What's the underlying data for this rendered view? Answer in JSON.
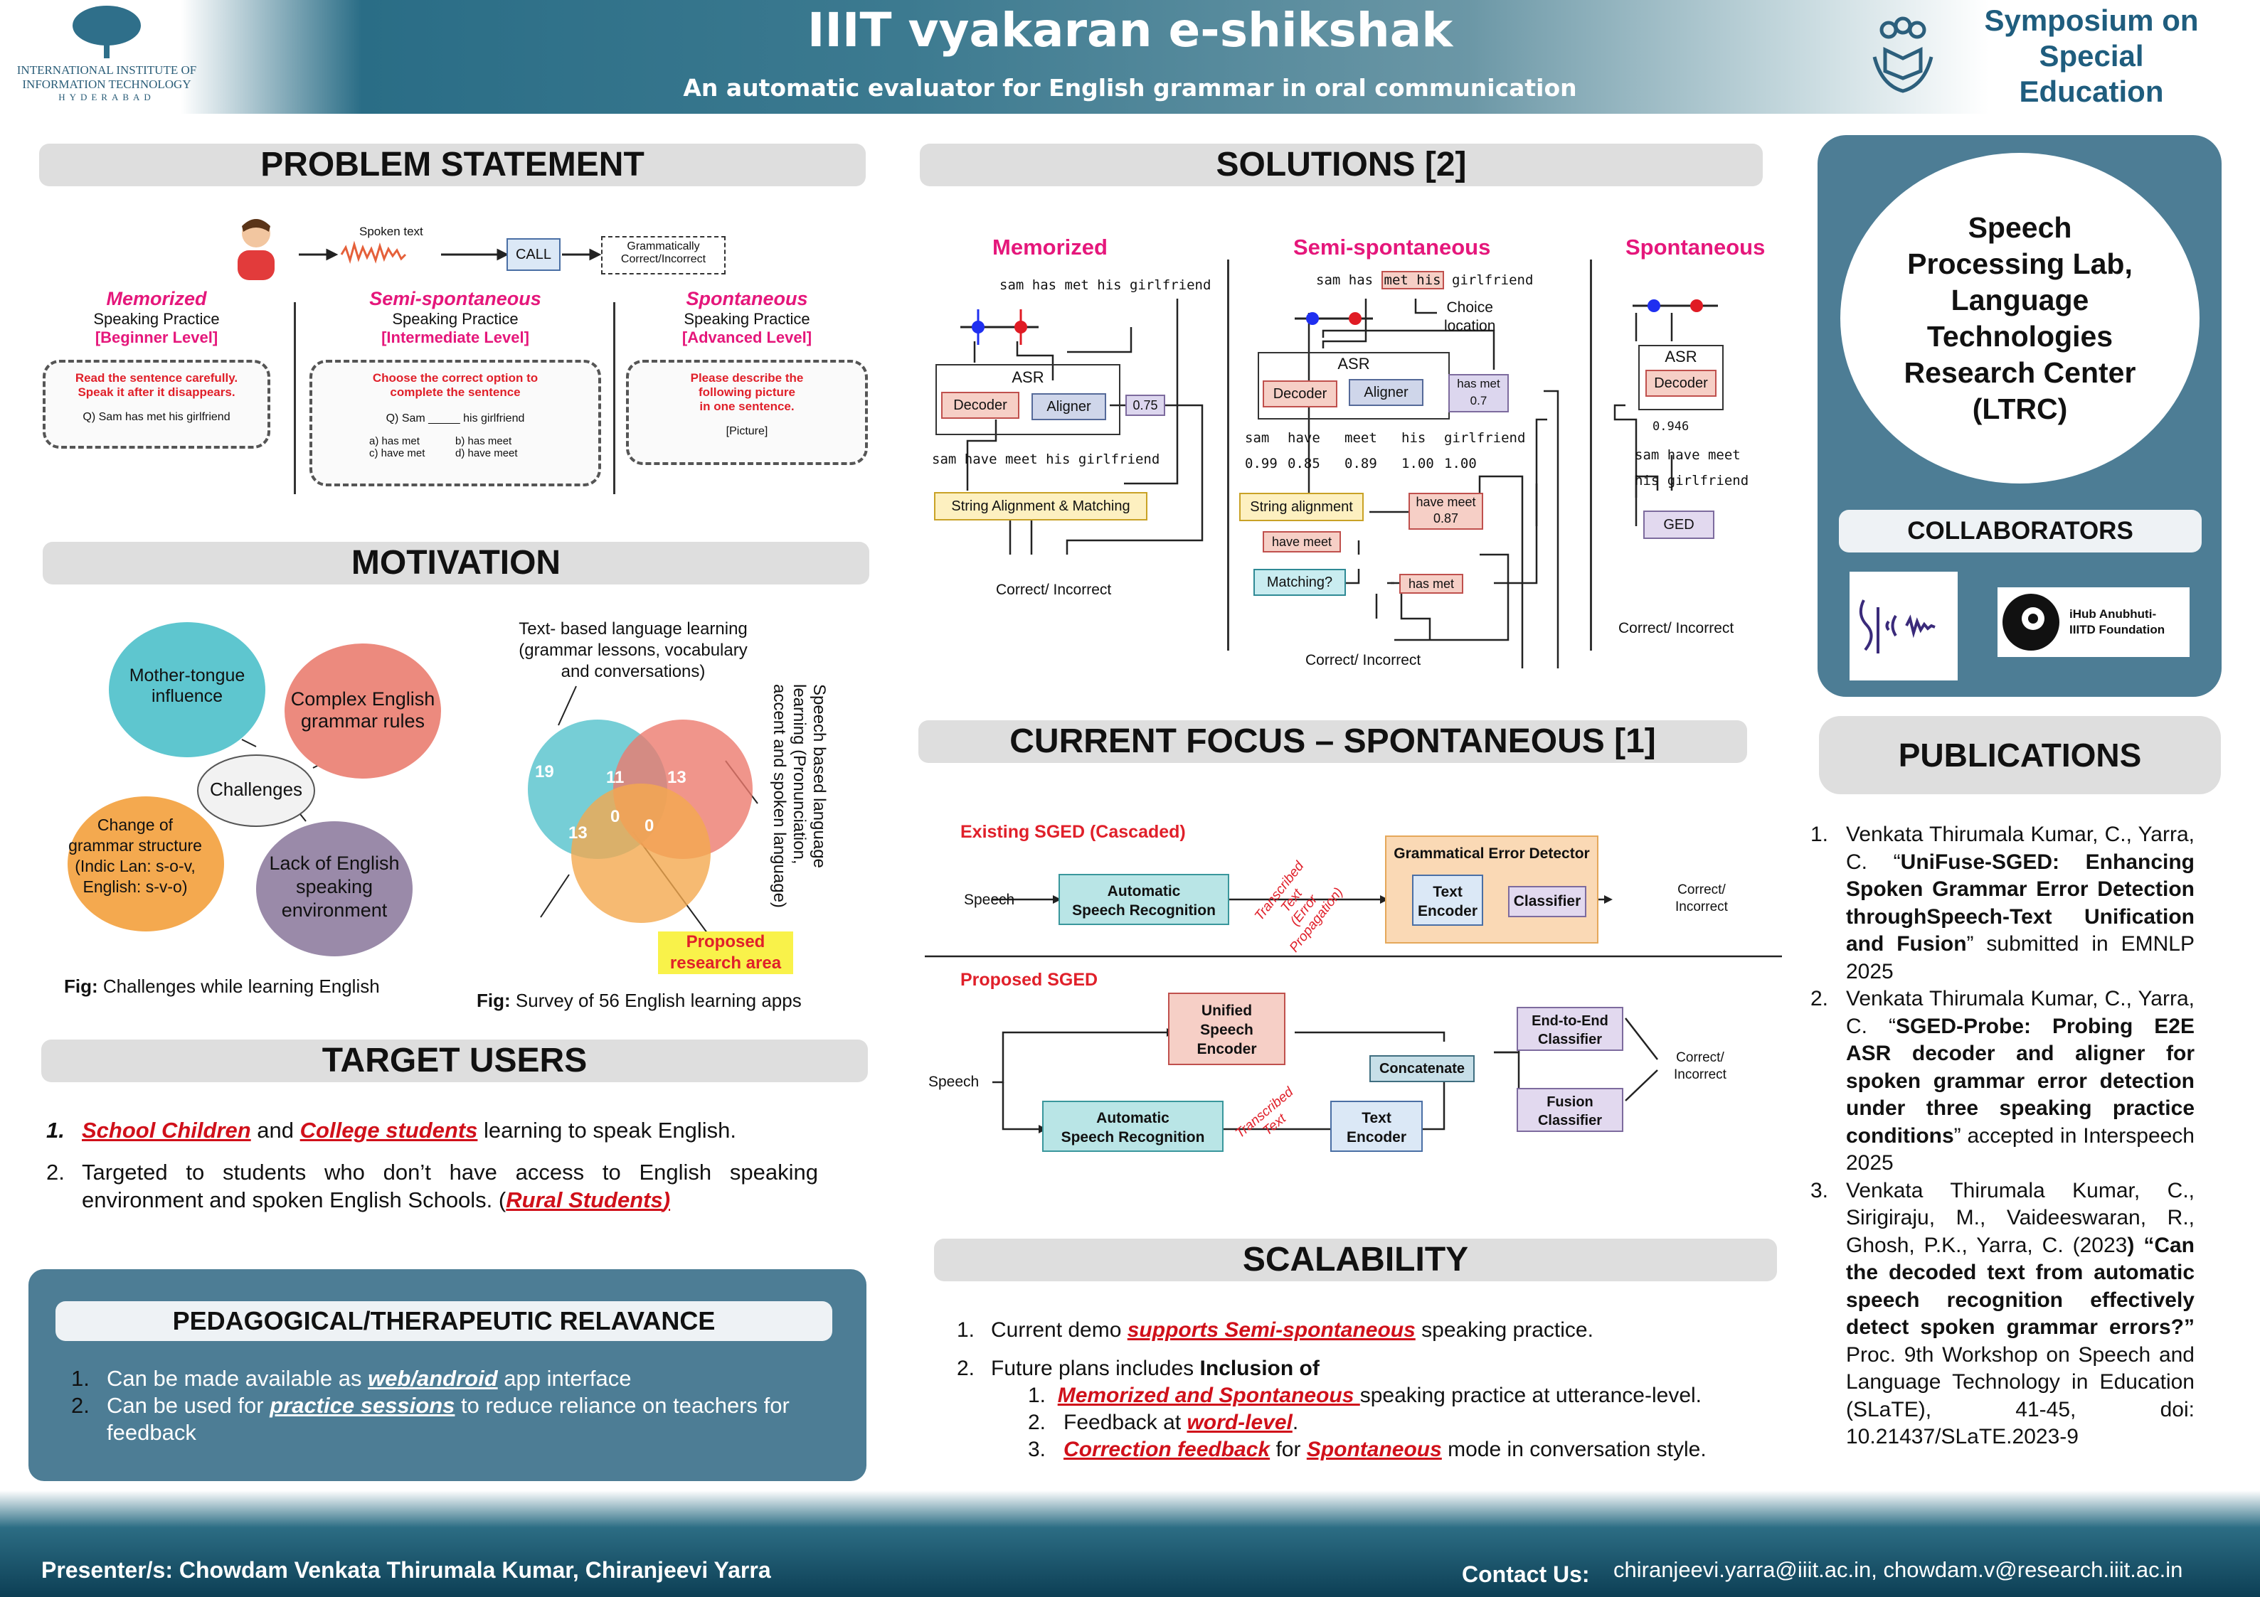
{
  "header": {
    "title": "IIIT vyakaran e-shikshak",
    "subtitle": "An automatic evaluator for English grammar in oral communication",
    "logo_line1": "INTERNATIONAL INSTITUTE OF",
    "logo_line2": "INFORMATION TECHNOLOGY",
    "logo_line3": "HYDERABAD",
    "symposium": [
      "Symposium on",
      "Special",
      "Education"
    ]
  },
  "problem": {
    "heading": "PROBLEM STATEMENT",
    "spoken_text": "Spoken text",
    "call": "CALL",
    "gram": [
      "Grammatically",
      "Correct/Incorrect"
    ],
    "cols": [
      {
        "mode": "Memorized",
        "practice": "Speaking Practice",
        "level": "[Beginner Level]",
        "instr": [
          "Read the sentence carefully.",
          "Speak it after it disappears."
        ],
        "q": "Q) Sam has met his girlfriend",
        "opts": []
      },
      {
        "mode": "Semi-spontaneous",
        "practice": "Speaking Practice",
        "level": "[Intermediate Level]",
        "instr": [
          "Choose the correct option to",
          "complete the sentence"
        ],
        "q": "Q) Sam _____ his girlfriend",
        "opts": [
          "a) has met",
          "b) has meet",
          "c) have met",
          "d) have meet"
        ]
      },
      {
        "mode": "Spontaneous",
        "practice": "Speaking Practice",
        "level": "[Advanced Level]",
        "instr": [
          "Please describe the",
          "following picture",
          "in one sentence."
        ],
        "q": "[Picture]",
        "opts": []
      }
    ]
  },
  "motivation": {
    "heading": "MOTIVATION",
    "center": "Challenges",
    "c1": [
      "Mother-tongue",
      "influence"
    ],
    "c2": [
      "Complex English",
      "grammar rules"
    ],
    "c3": [
      "Change of",
      "grammar structure",
      "(Indic Lan: s-o-v,",
      "English: s-v-o)"
    ],
    "c4": [
      "Lack of English",
      "speaking",
      "environment"
    ],
    "fig1_b": "Fig:",
    "fig1": "Challenges while learning English",
    "venn_top": [
      "Text- based language learning",
      "(grammar lessons, vocabulary",
      "and conversations)"
    ],
    "venn_side": [
      "Speech based language",
      "learning (Pronunciation,",
      "accent and spoken language)"
    ],
    "v": [
      "19",
      "11",
      "13",
      "13",
      "0",
      "0"
    ],
    "proposed": [
      "Proposed",
      "research area"
    ],
    "fig2_b": "Fig:",
    "fig2": "Survey of 56 English learning apps"
  },
  "target": {
    "heading": "TARGET USERS",
    "i1a": "School Children",
    "i1b": " and ",
    "i1c": "College students",
    "i1d": " learning to speak English.",
    "i2a": "Targeted to students who don’t have access to English speaking environment and spoken English Schools. (",
    "i2b": "Rural Students",
    "i2c": ")"
  },
  "pedagogy": {
    "heading": "PEDAGOGICAL/THERAPEUTIC RELAVANCE",
    "p1a": "Can be made available as ",
    "p1b": "web/android",
    "p1c": " app interface",
    "p2a": "Can be used for ",
    "p2b": "practice sessions",
    "p2c": " to reduce reliance on teachers for feedback"
  },
  "solutions": {
    "heading": "SOLUTIONS [2]",
    "m": "Memorized",
    "s": "Semi-spontaneous",
    "sp": "Spontaneous",
    "m_text": "sam has met his girlfriend",
    "asr": "ASR",
    "decoder": "Decoder",
    "aligner": "Aligner",
    "m_score": "0.75",
    "m_out": "sam have meet his girlfriend",
    "m_sam": "String Alignment & Matching",
    "ci": "Correct/ Incorrect",
    "s_text1": "sam has ",
    "s_text2": "met his",
    "s_text3": " girlfriend",
    "choice": [
      "Choice",
      "location"
    ],
    "s_hm": [
      "has met",
      "0.7"
    ],
    "s_words": [
      "sam",
      "have",
      "meet",
      "his",
      "girlfriend"
    ],
    "s_scores": [
      "0.99",
      "0.85",
      "0.89",
      "1.00",
      "1.00"
    ],
    "s_sa": "String alignment",
    "s_hm87": [
      "have meet",
      "0.87"
    ],
    "s_hmeet": "have meet",
    "s_match": "Matching?",
    "s_hasmet": "has met",
    "sp_score": "0.946",
    "sp_out": [
      "sam have meet",
      "his girlfriend"
    ],
    "ged": "GED"
  },
  "focus": {
    "heading": "CURRENT FOCUS – SPONTANEOUS [1]",
    "existing": "Existing SGED (Cascaded)",
    "speech": "Speech",
    "asr": [
      "Automatic",
      "Speech Recognition"
    ],
    "trans_err": [
      "Transcribed",
      "Text",
      "(Error",
      "Propagation)"
    ],
    "ged": "Grammatical Error Detector",
    "te": [
      "Text",
      "Encoder"
    ],
    "cls": "Classifier",
    "ci": [
      "Correct/",
      "Incorrect"
    ],
    "proposed": "Proposed SGED",
    "use": [
      "Unified",
      "Speech",
      "Encoder"
    ],
    "concat": "Concatenate",
    "e2e": [
      "End-to-End",
      "Classifier"
    ],
    "fusion": [
      "Fusion",
      "Classifier"
    ],
    "trans": [
      "Transcribed",
      "Text"
    ]
  },
  "scalability": {
    "heading": "SCALABILITY",
    "i1a": "Current demo ",
    "i1b": "supports Semi-spontaneous",
    "i1c": " speaking practice.",
    "i2a": "Future plans includes ",
    "i2b": "Inclusion of",
    "s1a": "Memorized and Spontaneous ",
    "s1b": "speaking practice at utterance-level.",
    "s2a": "Feedback at ",
    "s2b": "word-level",
    "s2c": ".",
    "s3a": "Correction feedback",
    "s3b": " for ",
    "s3c": "Spontaneous",
    "s3d": " mode in conversation style."
  },
  "ltrc": [
    "Speech",
    "Processing Lab,",
    "Language",
    "Technologies",
    "Research Center",
    "(LTRC)"
  ],
  "collaborators": {
    "heading": "COLLABORATORS",
    "ihub": [
      "iHub Anubhuti-",
      "IIITD Foundation"
    ]
  },
  "publications": {
    "heading": "PUBLICATIONS",
    "p1a": "Venkata Thirumala Kumar, C., Yarra, C. “",
    "p1b": "UniFuse-SGED: Enhancing Spoken Grammar Error Detection throughSpeech-Text Unification and Fusion",
    "p1c": "” submitted in EMNLP 2025",
    "p2a": "Venkata Thirumala Kumar, C., Yarra, C. “",
    "p2b": "SGED-Probe: Probing E2E ASR decoder and aligner for spoken grammar error detection under three speaking practice conditions",
    "p2c": "” accepted in Interspeech 2025",
    "p3a": "Venkata Thirumala Kumar, C., Sirigiraju, M., Vaideeswaran, R., Ghosh, P.K., Yarra, C. (2023",
    ")": ")",
    "p3b": "“Can the decoded text from automatic speech recognition effectively detect spoken grammar errors?”",
    "p3c": " Proc. 9th Workshop on Speech and Language Technology in Education (SLaTE), 41-45, doi: 10.21437/SLaTE.2023-9"
  },
  "footer": {
    "presenter": "Presenter/s: Chowdam Venkata Thirumala Kumar, Chiranjeevi Yarra",
    "contact_label": "Contact Us:",
    "contact": "chiranjeevi.yarra@iiit.ac.in, chowdam.v@research.iiit.ac.in"
  }
}
